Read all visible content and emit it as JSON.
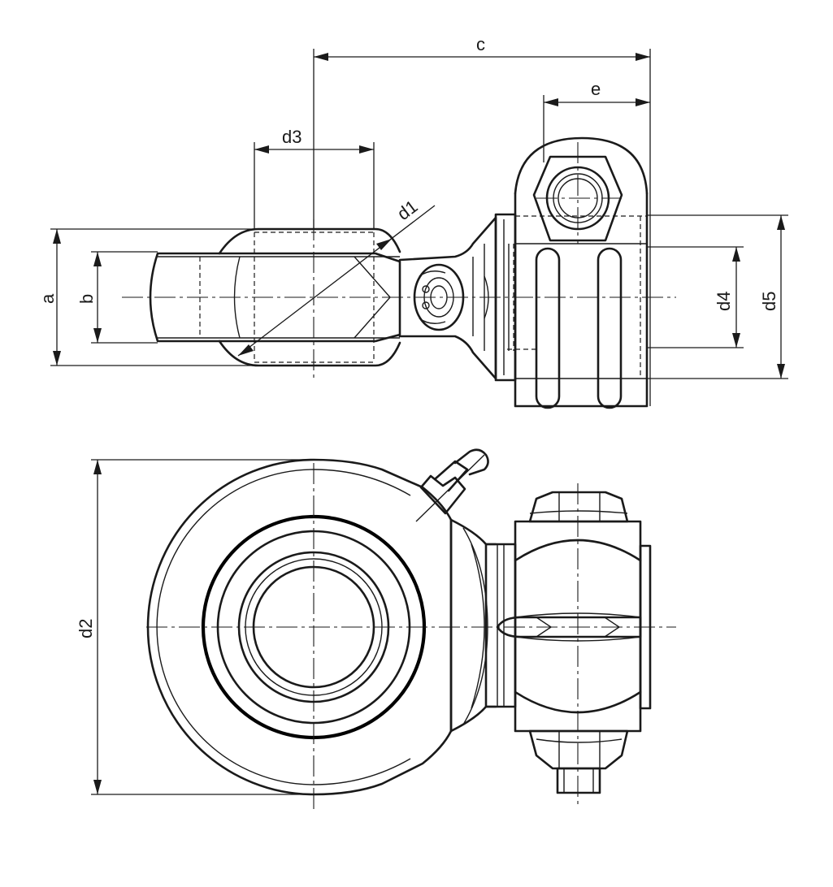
{
  "labels": {
    "c": "c",
    "e": "e",
    "d3": "d3",
    "d1": "d1",
    "a": "a",
    "b": "b",
    "d4": "d4",
    "d5": "d5",
    "d2": "d2"
  }
}
